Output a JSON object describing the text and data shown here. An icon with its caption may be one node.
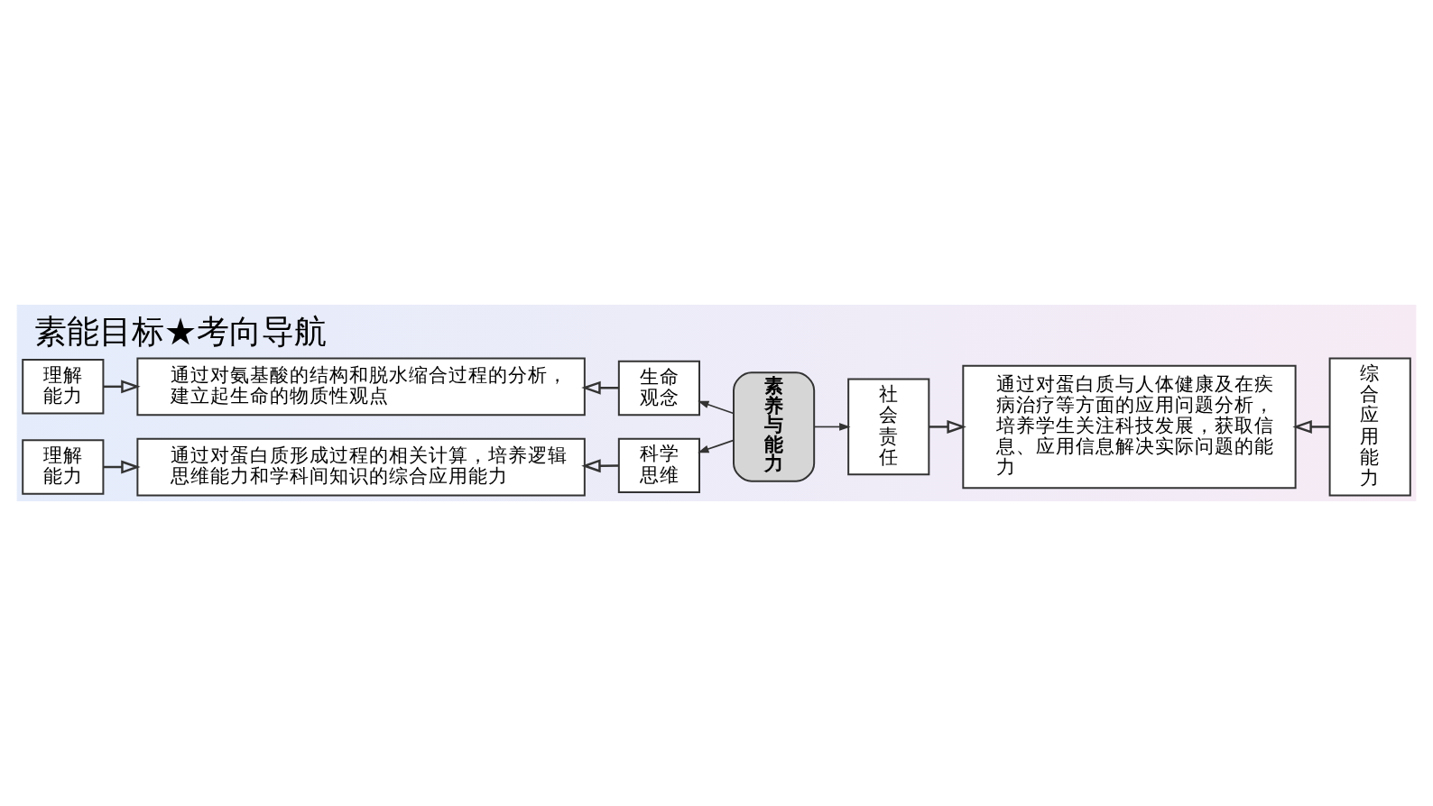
{
  "diagram": {
    "title": "素能目标★考向导航",
    "nodes": [
      {
        "text": [
          "理解能力"
        ]
      },
      {
        "text": [
          "通过对氨基酸的结构和脱水缩合过程的分析，建立起生命的物质性观点"
        ]
      },
      {
        "text": [
          "生命观念"
        ]
      },
      {
        "text": [
          "理解能力"
        ]
      },
      {
        "text": [
          "通过对蛋白质形成过程的相关计算，培养逻辑思维能力和学科间知识的综合应用能力"
        ]
      },
      {
        "text": [
          "科学思维"
        ]
      },
      {
        "text": [
          "素养与能力"
        ]
      },
      {
        "text": [
          "社会责任"
        ]
      },
      {
        "text": [
          "通过对蛋白质与人体健康及在疾病治疗等方面的应用问题分析，培养学生关注科技发展，获取信息、应用信息解决实际问题的能力"
        ]
      },
      {
        "text": [
          "综合应用能力"
        ]
      }
    ],
    "edges": [
      {
        "from": 0,
        "to": 1,
        "arrow": "to"
      },
      {
        "from": 2,
        "to": 1,
        "arrow": "to"
      },
      {
        "from": 3,
        "to": 4,
        "arrow": "to"
      },
      {
        "from": 5,
        "to": 4,
        "arrow": "to"
      },
      {
        "from": 6,
        "to": 2,
        "arrow": "to"
      },
      {
        "from": 6,
        "to": 5,
        "arrow": "to"
      },
      {
        "from": 6,
        "to": 7,
        "arrow": "to"
      },
      {
        "from": 7,
        "to": 8,
        "arrow": "to"
      },
      {
        "from": 9,
        "to": 8,
        "arrow": "to"
      }
    ]
  }
}
